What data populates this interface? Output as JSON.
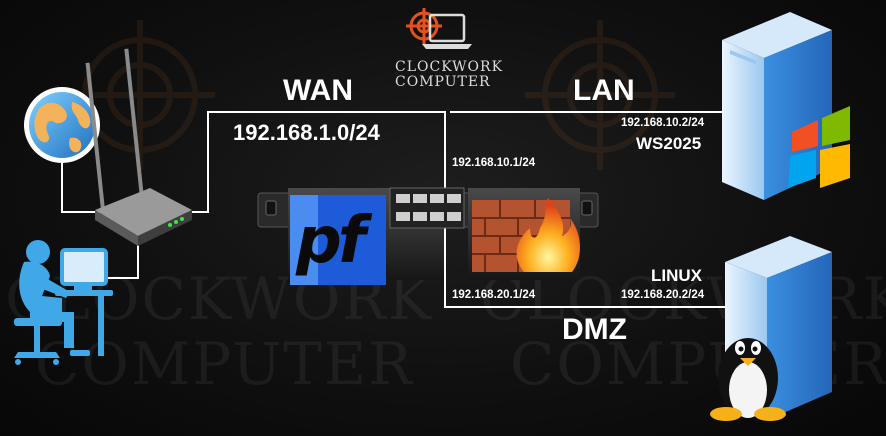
{
  "brand": {
    "line1": "CLOCKWORK",
    "line2": "COMPUTER"
  },
  "watermark": {
    "line1": "CLOCKWORK",
    "line2": "COMPUTER"
  },
  "wan": {
    "label": "WAN",
    "subnet": "192.168.1.0/24"
  },
  "lan": {
    "label": "LAN",
    "gateway_ip": "192.168.10.1/24",
    "host_ip": "192.168.10.2/24",
    "host_name": "WS2025"
  },
  "dmz": {
    "label": "DMZ",
    "gateway_ip": "192.168.20.1/24",
    "host_ip": "192.168.20.2/24",
    "host_name": "LINUX"
  },
  "firewall": {
    "logo_text": "pf"
  },
  "colors": {
    "line": "#ffffff",
    "accent": "#e5501c",
    "server": "#4aa0e8",
    "pf_blue": "#1e5bd8",
    "brick": "#a84a2a"
  },
  "icons": [
    "globe-icon",
    "wifi-router-icon",
    "user-computer-icon",
    "firewall-appliance-icon",
    "pfsense-logo-icon",
    "brick-fire-icon",
    "lan-server-icon",
    "windows-logo-icon",
    "dmz-server-icon",
    "linux-tux-icon",
    "crosshair-laptop-icon"
  ]
}
